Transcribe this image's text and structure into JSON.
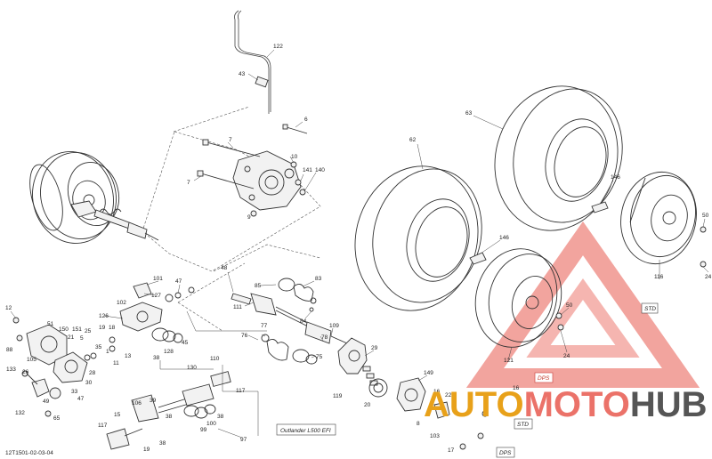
{
  "diagram_code": "12T1501-02-03-04",
  "callouts": {
    "c122": "122",
    "c43": "43",
    "c6": "6",
    "c7a": "7",
    "c7b": "7",
    "c10": "10",
    "c141": "141",
    "c140": "140",
    "c9": "9",
    "c62": "62",
    "c63": "63",
    "c146a": "146",
    "c146b": "146",
    "c50a": "50",
    "c24a": "24",
    "c116": "116",
    "c50b": "50",
    "c24b": "24",
    "c121": "121",
    "c101": "101",
    "c127": "127",
    "c47a": "47",
    "c48": "48",
    "c85": "85",
    "c83": "83",
    "c102": "102",
    "c126": "126",
    "c111": "111",
    "c84": "84",
    "c12": "12",
    "c51": "51",
    "c150": "150",
    "c151": "151",
    "c21": "21",
    "c5": "5",
    "c25": "25",
    "c88": "88",
    "c105": "105",
    "c19": "19",
    "c18": "18",
    "c35": "35",
    "c1": "1",
    "c11": "11",
    "c13": "13",
    "c38a": "38",
    "c128": "128",
    "c45": "45",
    "c130": "130",
    "c76": "76",
    "c77": "77",
    "c109": "109",
    "c78": "78",
    "c75": "75",
    "c110": "110",
    "c29": "29",
    "c119": "119",
    "c20": "20",
    "c149": "149",
    "c16a": "16",
    "c16b": "16",
    "c22": "22",
    "c8": "8",
    "c103": "103",
    "c17": "17",
    "c133": "133",
    "c26": "26",
    "c28": "28",
    "c49": "49",
    "c132": "132",
    "c65": "65",
    "c33": "33",
    "c47b": "47",
    "c30": "30",
    "c117a": "117",
    "c106": "106",
    "c39": "39",
    "c38b": "38",
    "c100": "100",
    "c99": "99",
    "c38c": "38",
    "c97": "97",
    "c15": "15",
    "c117b": "117",
    "c38d": "38",
    "c19b": "19"
  },
  "variant_labels": {
    "outlander": "Outlander L500 EFI",
    "std_upper": "STD",
    "std_lower": "STD",
    "dps_upper": "DPS",
    "dps_lower": "DPS"
  },
  "watermark": {
    "brand_auto": "AUTO",
    "brand_moto": "MOTO",
    "brand_hub": "HUB",
    "accent": "#e85a4f",
    "gold": "#e8a11a",
    "gray": "#555555"
  }
}
